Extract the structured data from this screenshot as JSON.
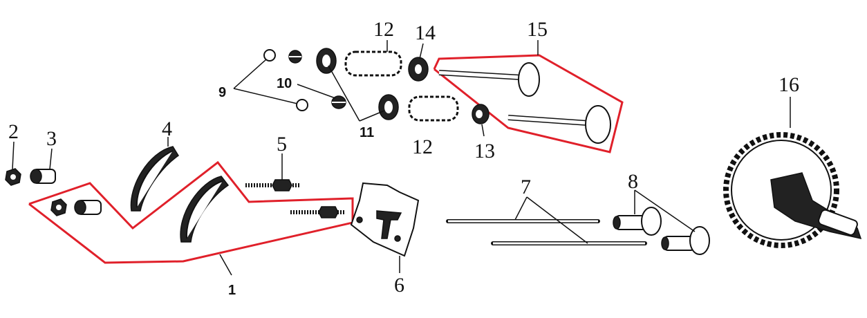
{
  "diagram": {
    "labels": [
      "1",
      "2",
      "3",
      "4",
      "5",
      "6",
      "7",
      "8",
      "9",
      "10",
      "11",
      "12",
      "12",
      "13",
      "14",
      "15",
      "16"
    ],
    "highlight_color": "#e0202a"
  }
}
